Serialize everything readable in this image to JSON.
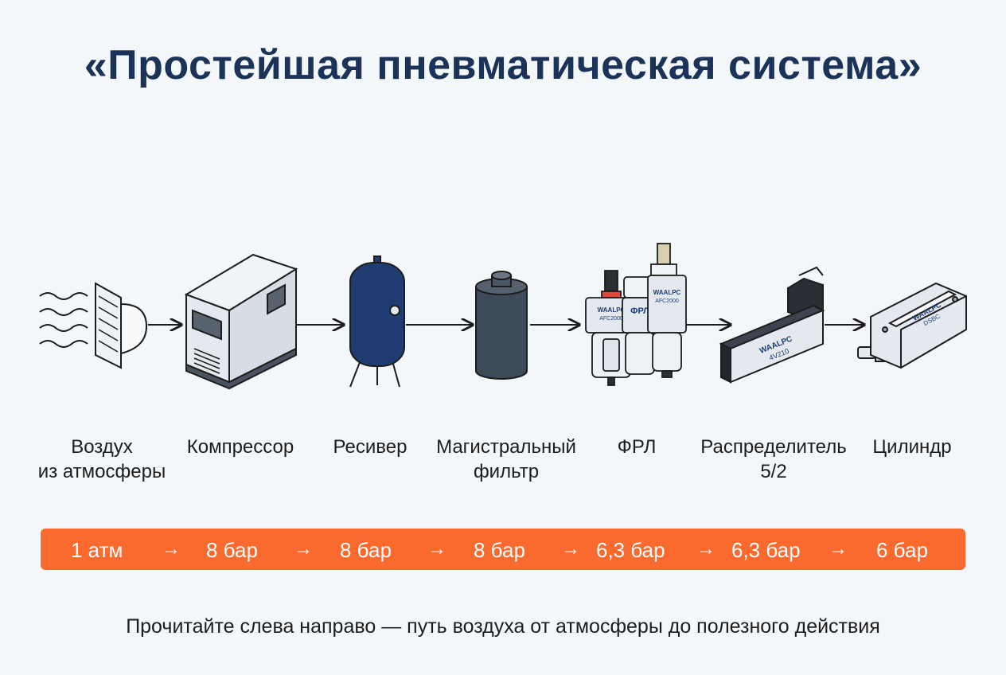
{
  "title": "«Простейшая пневматическая система»",
  "components": [
    {
      "id": "air",
      "lines": [
        "Воздух",
        "из атмосферы"
      ]
    },
    {
      "id": "compressor",
      "lines": [
        "Компрессор"
      ]
    },
    {
      "id": "receiver",
      "lines": [
        "Ресивер"
      ]
    },
    {
      "id": "main_filter",
      "lines": [
        "Магистральный",
        "фильтр"
      ]
    },
    {
      "id": "frl",
      "lines": [
        "ФРЛ"
      ]
    },
    {
      "id": "valve",
      "lines": [
        "Распределитель",
        "5/2"
      ]
    },
    {
      "id": "cylinder",
      "lines": [
        "Цилиндр"
      ]
    }
  ],
  "device_markings": {
    "frl_unit_1": [
      "WAALPC",
      "AFC2000"
    ],
    "frl_unit_2": "ФРЛ",
    "frl_unit_3": [
      "WAALPC",
      "AFC2000"
    ],
    "valve": [
      "WAALPC",
      "4V210"
    ],
    "cylinder": [
      "WAALPC",
      "DSBC"
    ]
  },
  "pressures": [
    "1 атм",
    "8 бар",
    "8 бар",
    "8 бар",
    "6,3 бар",
    "6,3 бар",
    "6 бар"
  ],
  "pressure_arrow": "→",
  "footer": "Прочитайте слева направо — путь воздуха от атмосферы до полезного действия",
  "colors": {
    "title": "#1b3358",
    "pressure_bar": "#fa6a2e",
    "receiver": "#1f3d73",
    "filter": "#3d4a5a",
    "device_light": "#e4e9ef",
    "arrow": "#1c1c1c"
  }
}
